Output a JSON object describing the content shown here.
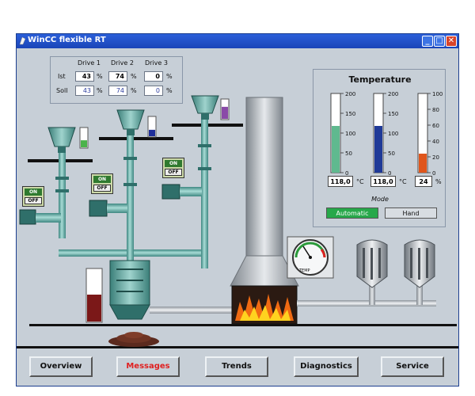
{
  "window": {
    "title": "WinCC flexible RT"
  },
  "titlebar_buttons": {
    "minimize": "_",
    "maximize": "□",
    "close": "✕"
  },
  "drives": {
    "headers": [
      "Drive 1",
      "Drive 2",
      "Drive 3"
    ],
    "ist_label": "Ist",
    "soll_label": "Soll",
    "ist_values": [
      "43",
      "74",
      "0"
    ],
    "soll_values": [
      "43",
      "74",
      "0"
    ],
    "unit": "%"
  },
  "temperature": {
    "title": "Temperature",
    "gauges": [
      {
        "scale": [
          "200",
          "150",
          "100",
          "50",
          "0"
        ],
        "value": "118,0",
        "unit": "°C",
        "fill_fraction": 0.59,
        "color": "#5fb98f"
      },
      {
        "scale": [
          "200",
          "150",
          "100",
          "50",
          "0"
        ],
        "value": "118,0",
        "unit": "°C",
        "fill_fraction": 0.59,
        "color": "#1f3a98"
      },
      {
        "scale": [
          "100",
          "80",
          "60",
          "40",
          "20",
          "0"
        ],
        "value": "24",
        "unit": "%",
        "fill_fraction": 0.24,
        "color": "#e0561c"
      }
    ],
    "mode_label": "Mode",
    "mode_auto": "Automatic",
    "mode_hand": "Hand"
  },
  "switches": {
    "on_label": "ON",
    "off_label": "OFF"
  },
  "hopper_levels": [
    0.38,
    0.35,
    0.62,
    0.55
  ],
  "temp_dial": {
    "label": "TEMP",
    "scale": [
      "0",
      "25",
      "45",
      "65",
      "85",
      "100"
    ]
  },
  "nav": {
    "buttons": [
      "Overview",
      "Messages",
      "Trends",
      "Diagnostics",
      "Service"
    ],
    "active": "Messages"
  },
  "colors": {
    "pipe": "#79b9b3",
    "pipe_dark": "#2f6f6a",
    "steel": "#a8aeb4",
    "active_nav": "#e02020",
    "auto_green": "#27a84a"
  }
}
